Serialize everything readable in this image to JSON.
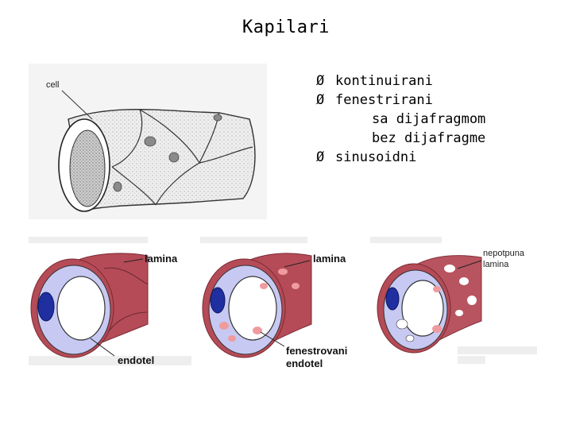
{
  "title": "Kapilari",
  "bullets": [
    {
      "text": "kontinuirani",
      "level": 0
    },
    {
      "text": "fenestrirani",
      "level": 0
    },
    {
      "text": "sa dijafragmom",
      "level": 1
    },
    {
      "text": "bez dijafragme",
      "level": 1
    },
    {
      "text": "sinusoidni",
      "level": 0
    }
  ],
  "bullet_marker": "Ø",
  "figures": {
    "top": {
      "label_cell": "cell"
    },
    "continuous": {
      "label_lamina": "lamina",
      "label_endothel": "endotel"
    },
    "fenestrated": {
      "label_lamina": "lamina",
      "label_endothel_1": "fenestrovani",
      "label_endothel_2": "endotel"
    },
    "sinusoid": {
      "label_lamina_1": "nepotpuna",
      "label_lamina_2": "lamina"
    }
  },
  "colors": {
    "lamina": "#b54b57",
    "endothel": "#c7c9f2",
    "nucleus": "#1f2fa0",
    "fenestra": "#ef9b9e"
  }
}
